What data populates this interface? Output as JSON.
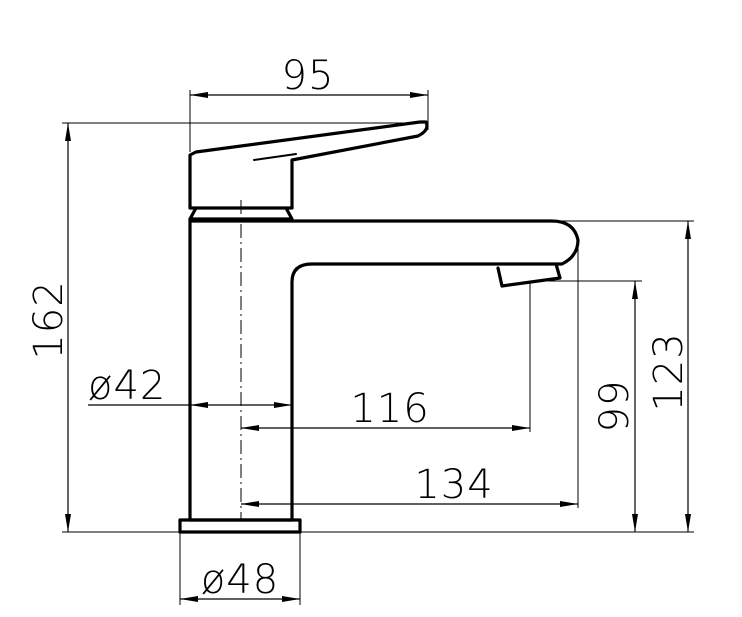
{
  "dimensions": {
    "handle_reach": "95",
    "total_height": "162",
    "spout_height": "123",
    "outlet_height": "99",
    "body_diameter": "ø42",
    "outlet_projection": "116",
    "spout_projection": "134",
    "base_diameter": "ø48"
  }
}
